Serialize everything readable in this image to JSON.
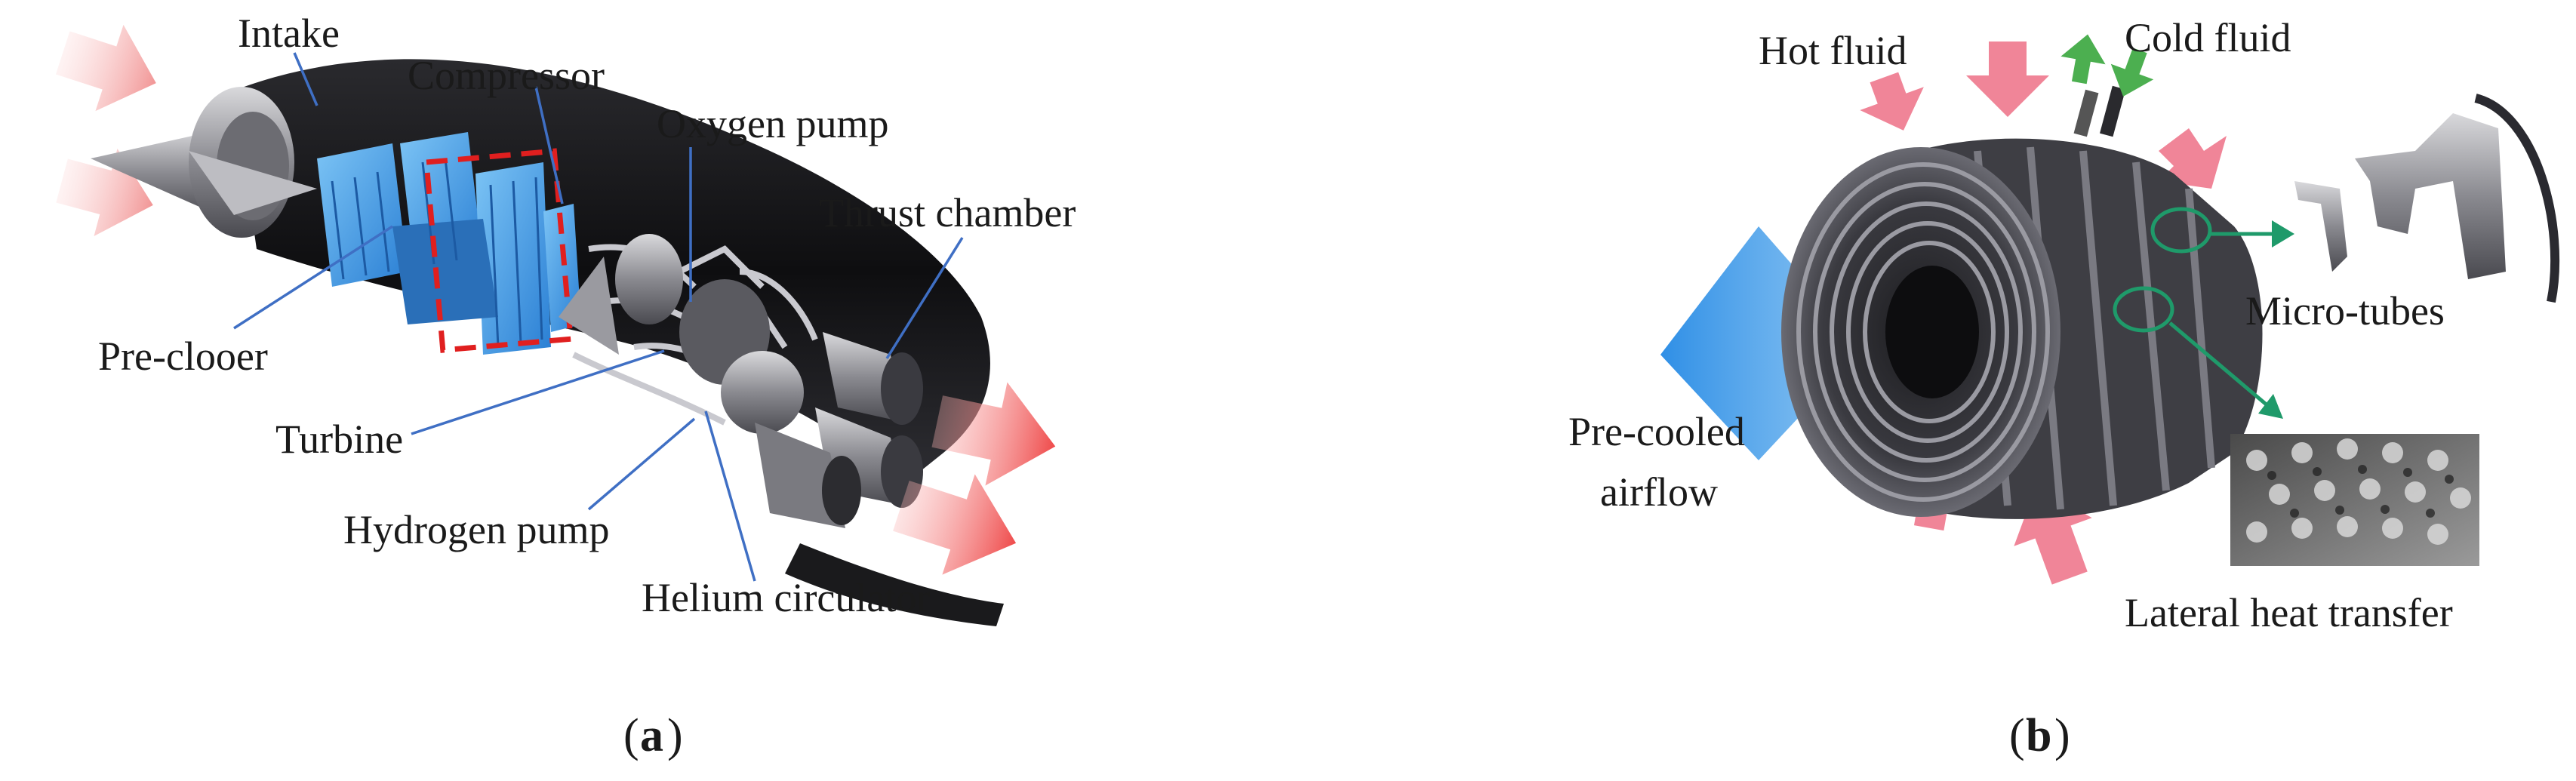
{
  "panel_a": {
    "labels": {
      "intake": "Intake",
      "compressor": "Compressor",
      "oxygen_pump": "Oxygen pump",
      "thrust_chamber": "Thrust chamber",
      "pre_cooler": "Pre-clooer",
      "turbine": "Turbine",
      "hydrogen_pump": "Hydrogen pump",
      "helium_circulator": "Helium circulator"
    },
    "caption_letter": "a"
  },
  "panel_b": {
    "labels": {
      "hot_fluid": "Hot fluid",
      "cold_fluid": "Cold fluid",
      "micro_tubes": "Micro-tubes",
      "pre_cooled_line1": "Pre-cooled",
      "pre_cooled_line2": "airflow",
      "lateral_heat_transfer": "Lateral heat transfer"
    },
    "caption_letter": "b"
  },
  "colors": {
    "leader_line": "#3f6fc4",
    "precooler_blue": "#3f8fe0",
    "dashed_box": "#e01f1f",
    "hot_arrow": "#f07a7a",
    "hot_fluid_arrow": "#ee6f86",
    "cold_arrow": "#4caf50",
    "pointer_green": "#1f9a6a"
  }
}
